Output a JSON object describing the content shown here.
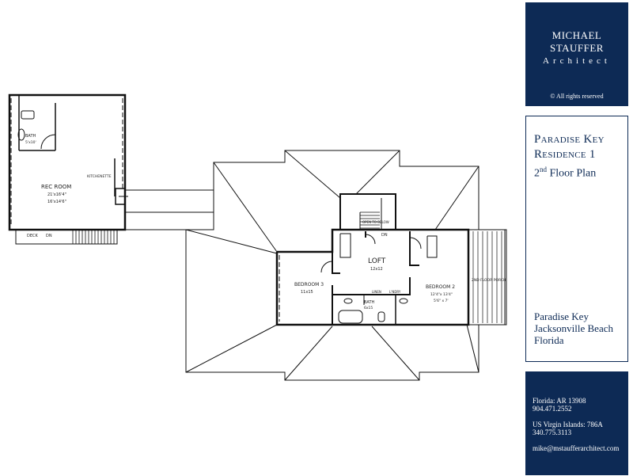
{
  "logo": {
    "name": "Michael Stauffer",
    "subtitle": "Architect",
    "copyright": "© All rights reserved"
  },
  "title": {
    "line1": "Paradise Key",
    "line2": "Residence 1",
    "floor_number": "2",
    "floor_suffix": "nd",
    "floor_rest": " Floor Plan"
  },
  "location": {
    "line1": "Paradise Key",
    "line2": "Jacksonville Beach",
    "line3": "Florida"
  },
  "contact": {
    "fl_license": "Florida: AR 13908",
    "fl_phone": "904.471.2552",
    "vi_license": "US Virgin Islands: 786A",
    "vi_phone": "340.775.3113",
    "email": "mike@mstaufferarchitect.com"
  },
  "rooms": {
    "rec_room": "REC ROOM",
    "rec_room_dim": "21'x16'4\"",
    "rec_room_dim2": "16'x14'6\"",
    "kitchenette": "KITCHENETTE",
    "bath_left": "BATH",
    "bath_left_note": "5'x10'",
    "deck": "DECK",
    "dn_left": "DN",
    "loft": "LOFT",
    "loft_dim": "12x12",
    "bedroom3": "BEDROOM 3",
    "bedroom3_dim": "11x15",
    "bedroom2": "BEDROOM 2",
    "bedroom2_dim": "12'4\"x 13'4\"",
    "bedroom2_dim2": "5'6\" x 7'",
    "bath": "BATH",
    "bath_dim": "6x15",
    "linen": "LINEN",
    "laundry": "L'NDRY",
    "porch": "2ND FLOOR PORCH",
    "dn": "DN",
    "open_below": "OPEN TO BELOW"
  }
}
